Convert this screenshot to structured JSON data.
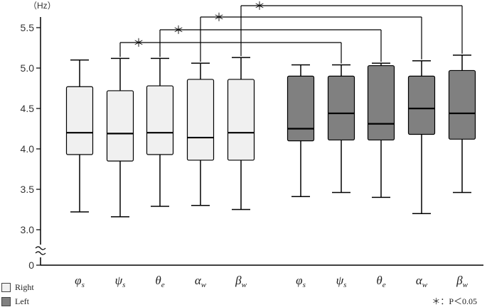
{
  "colors": {
    "right": "#f0f0f0",
    "left": "#808080",
    "stroke": "#000000"
  },
  "chart_data": {
    "type": "box",
    "unit_label": "（Hz）",
    "y_ticks": [
      "5.5",
      "5.0",
      "4.5",
      "4.0",
      "3.5",
      "3.0",
      "0"
    ],
    "ylim": [
      3.0,
      5.5
    ],
    "axis_break": true,
    "categories": [
      {
        "base": "φ",
        "sub": "s"
      },
      {
        "base": "ψ",
        "sub": "s"
      },
      {
        "base": "θ",
        "sub": "e"
      },
      {
        "base": "α",
        "sub": "w"
      },
      {
        "base": "β",
        "sub": "w"
      }
    ],
    "series": [
      {
        "name": "Right",
        "boxes": [
          {
            "min": 3.22,
            "q1": 3.93,
            "median": 4.2,
            "q3": 4.77,
            "max": 5.1
          },
          {
            "min": 3.16,
            "q1": 3.85,
            "median": 4.19,
            "q3": 4.72,
            "max": 5.12
          },
          {
            "min": 3.29,
            "q1": 3.93,
            "median": 4.2,
            "q3": 4.78,
            "max": 5.12
          },
          {
            "min": 3.3,
            "q1": 3.86,
            "median": 4.14,
            "q3": 4.86,
            "max": 5.06
          },
          {
            "min": 3.25,
            "q1": 3.86,
            "median": 4.2,
            "q3": 4.86,
            "max": 5.13
          }
        ]
      },
      {
        "name": "Left",
        "boxes": [
          {
            "min": 3.41,
            "q1": 4.1,
            "median": 4.25,
            "q3": 4.9,
            "max": 5.04
          },
          {
            "min": 3.46,
            "q1": 4.11,
            "median": 4.44,
            "q3": 4.9,
            "max": 5.04
          },
          {
            "min": 3.4,
            "q1": 4.11,
            "median": 4.31,
            "q3": 5.03,
            "max": 5.06
          },
          {
            "min": 3.2,
            "q1": 4.18,
            "median": 4.5,
            "q3": 4.9,
            "max": 5.09
          },
          {
            "min": 3.46,
            "q1": 4.12,
            "median": 4.44,
            "q3": 4.97,
            "max": 5.16
          }
        ]
      }
    ],
    "significance": [
      {
        "from": {
          "series": 0,
          "index": 1
        },
        "to": {
          "series": 1,
          "index": 1
        },
        "label": "＊"
      },
      {
        "from": {
          "series": 0,
          "index": 2
        },
        "to": {
          "series": 1,
          "index": 2
        },
        "label": "＊"
      },
      {
        "from": {
          "series": 0,
          "index": 3
        },
        "to": {
          "series": 1,
          "index": 3
        },
        "label": "＊"
      },
      {
        "from": {
          "series": 0,
          "index": 4
        },
        "to": {
          "series": 1,
          "index": 4
        },
        "label": "＊"
      }
    ],
    "legend": [
      {
        "label": "Right"
      },
      {
        "label": "Left"
      }
    ],
    "note": "＊：P＜0.05"
  }
}
